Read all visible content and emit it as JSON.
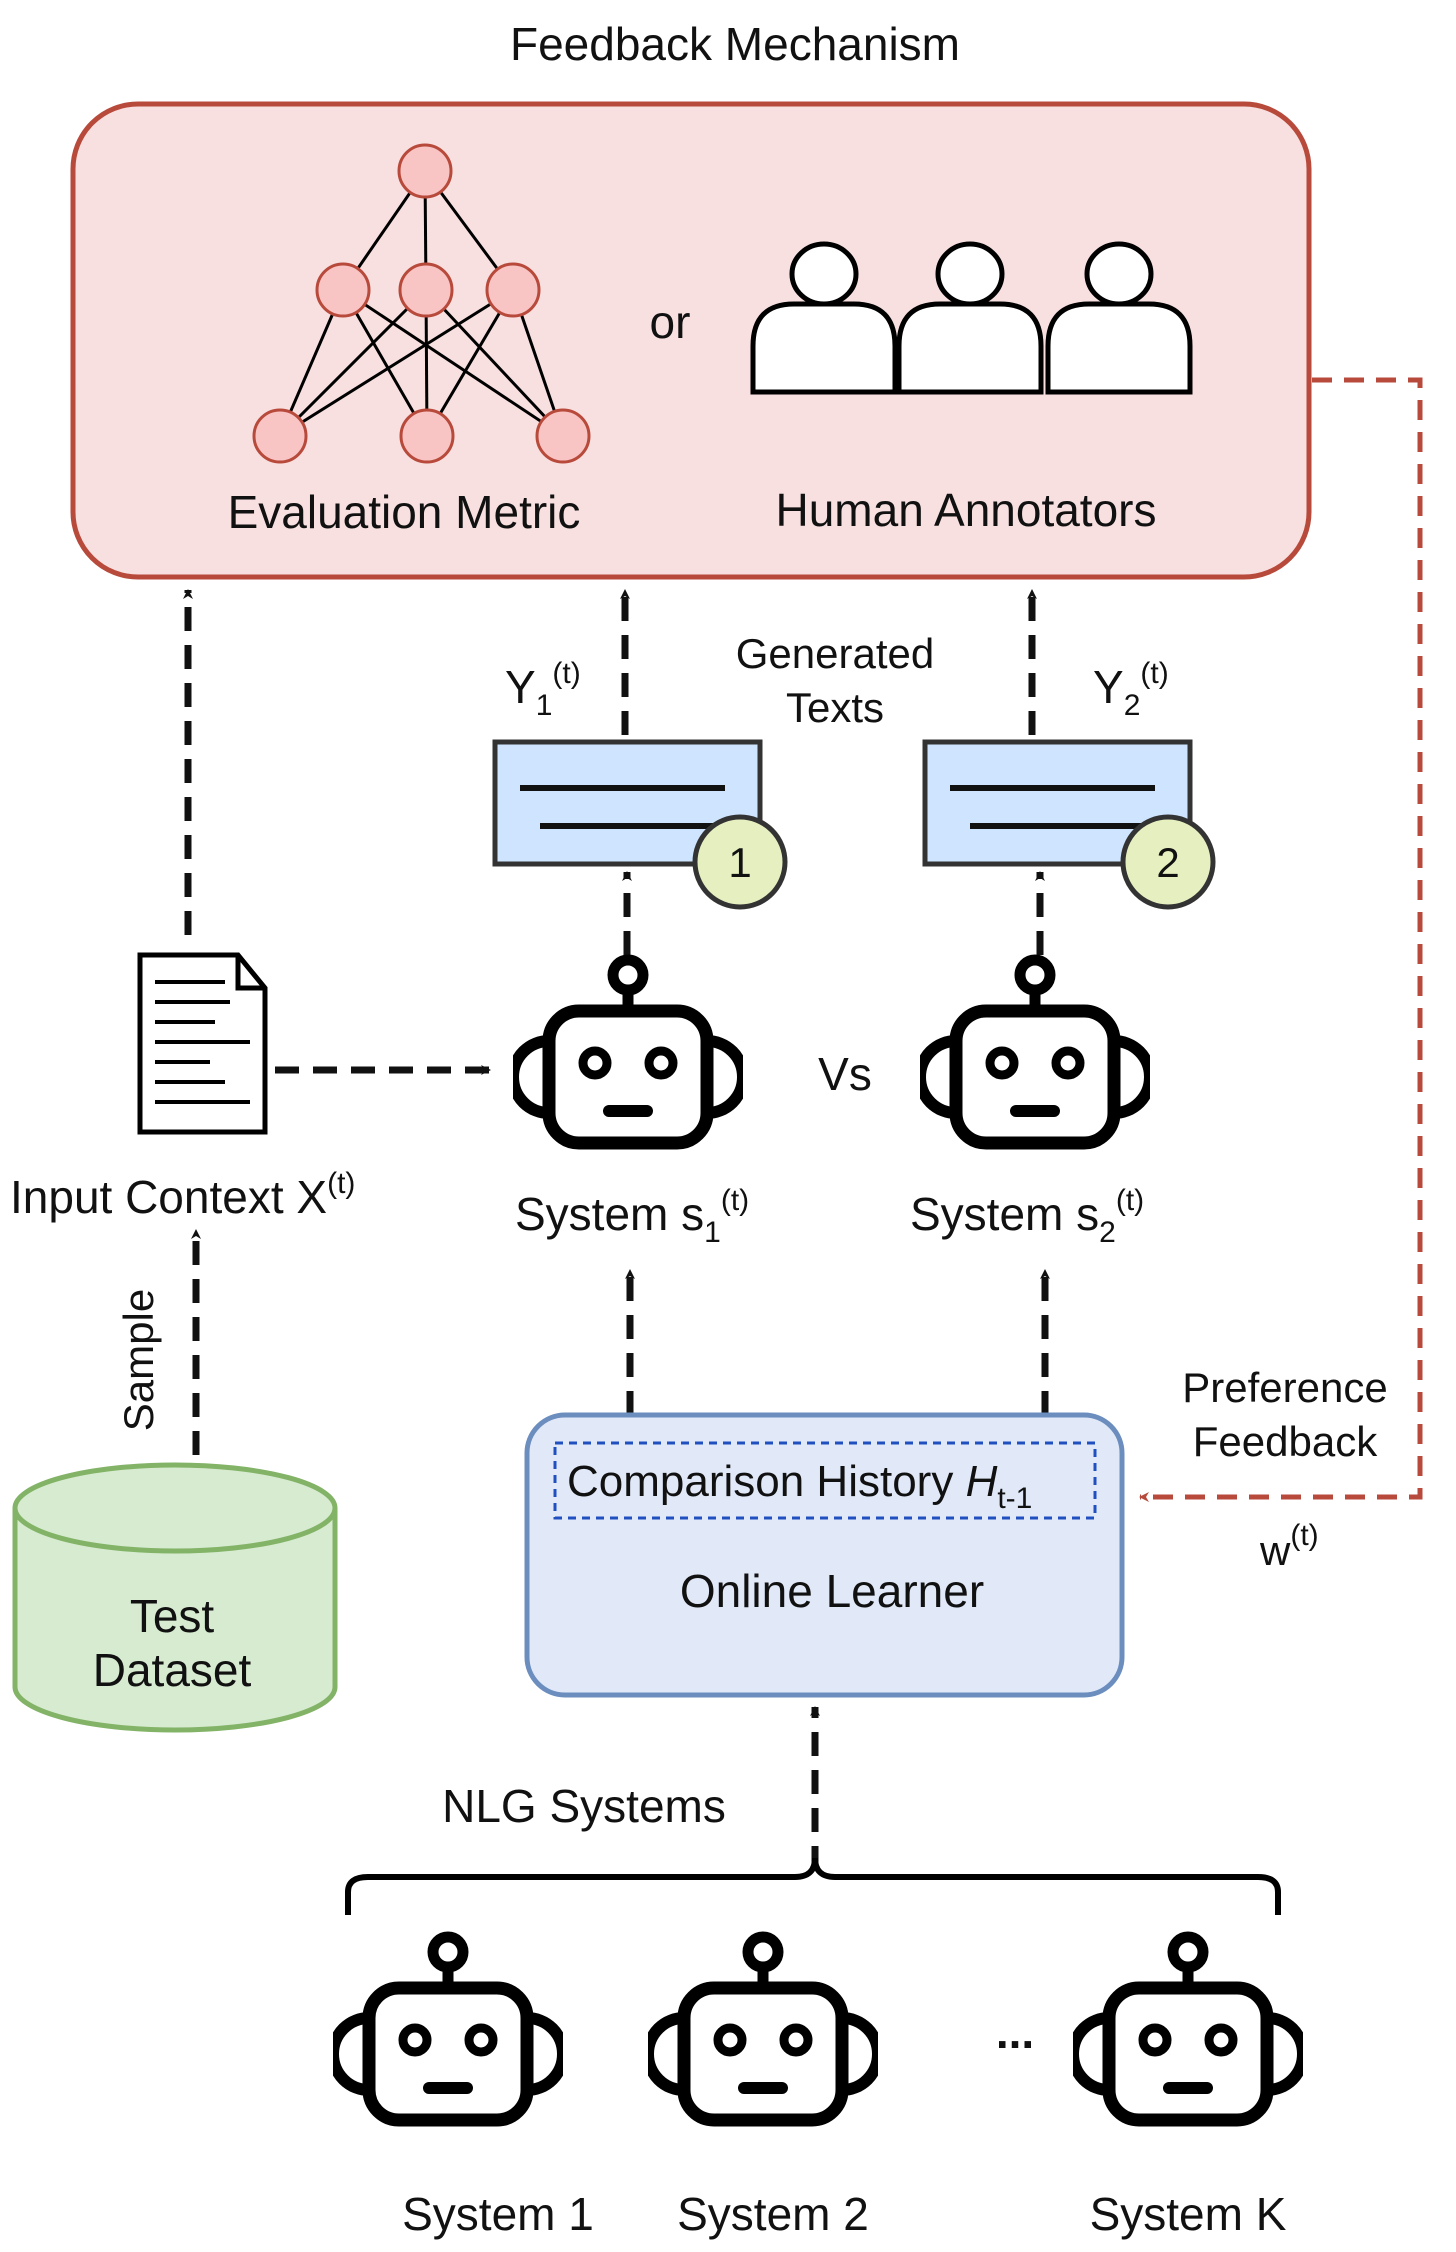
{
  "title": "Feedback Mechanism",
  "feedback": {
    "evaluation_metric": "Evaluation Metric",
    "or_text": "or",
    "human_annotators": "Human Annotators"
  },
  "generated_texts": {
    "line1": "Generated",
    "line2": "Texts"
  },
  "outputs": {
    "y1": {
      "base": "Y",
      "sub": "1",
      "sup": "(t)"
    },
    "y2": {
      "base": "Y",
      "sub": "2",
      "sup": "(t)"
    }
  },
  "badges": {
    "first": "1",
    "second": "2"
  },
  "input_context": {
    "base": "Input Context X",
    "sup": "(t)"
  },
  "vs_text": "Vs",
  "system_s1": {
    "base": "System s",
    "sub": "1",
    "sup": "(t)"
  },
  "system_s2": {
    "base": "System s",
    "sub": "2",
    "sup": "(t)"
  },
  "sample_text": "Sample",
  "preference_feedback": {
    "line1": "Preference",
    "line2": "Feedback"
  },
  "weight": {
    "base": "w",
    "sup": "(t)"
  },
  "online_learner": {
    "history_label": "Comparison History ",
    "history_symbol": "H",
    "history_sub": "t-1",
    "name": "Online Learner"
  },
  "test_dataset": {
    "line1": "Test",
    "line2": "Dataset"
  },
  "nlg_systems": "NLG Systems",
  "systems": [
    {
      "label": "System 1"
    },
    {
      "label": "System 2"
    },
    {
      "label": "System K"
    }
  ],
  "ellipsis": "...",
  "colors": {
    "feedback_fill": "#f8e0e0",
    "feedback_stroke": "#b84a3c",
    "node_fill": "#f8c4c4",
    "doc_fill": "#cfe5ff",
    "badge_fill": "#e6efc0",
    "learner_fill": "#e1e9f9",
    "learner_stroke": "#6c8ebf",
    "dataset_fill": "#d6ebd0",
    "dataset_stroke": "#82b366",
    "feedback_arrow": "#b84a3c"
  }
}
